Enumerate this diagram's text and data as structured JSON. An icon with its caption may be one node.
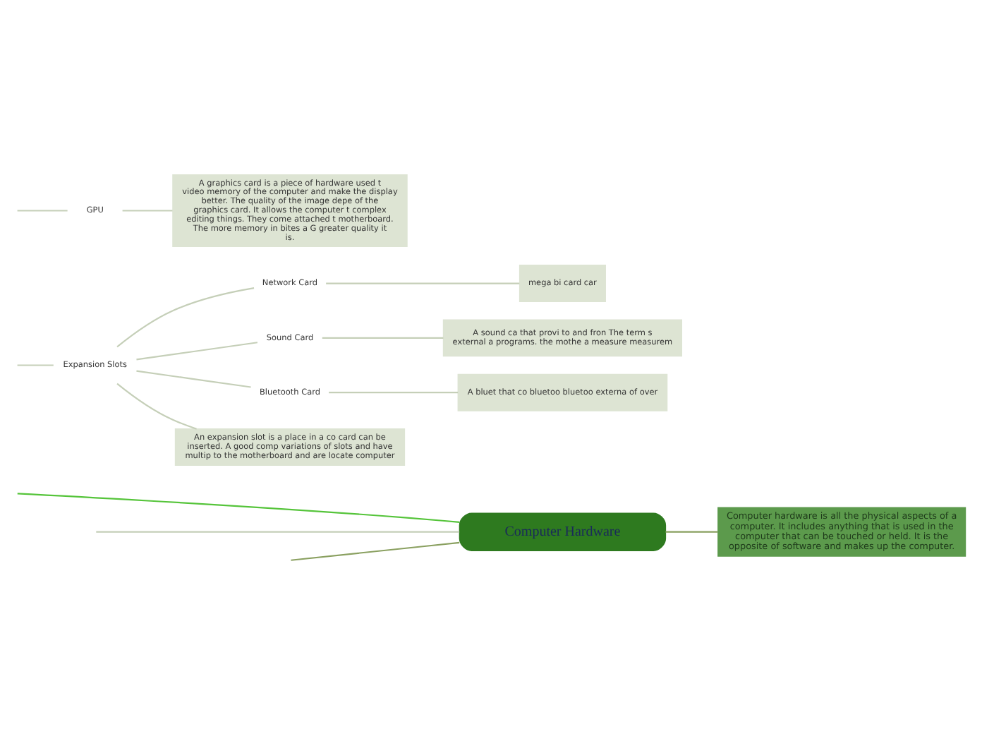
{
  "diagram": {
    "nodes": [
      {
        "text": [
          "Computer Hardware"
        ]
      },
      {
        "text": [
          "Computer hardware is all the physical aspects of a computer. It includes anything that is used in the computer that can be touched or held. It is the opposite of software and makes up the computer."
        ]
      },
      {
        "text": [
          "Expansion Slots"
        ]
      },
      {
        "text": [
          "Network Card"
        ]
      },
      {
        "text": [
          "mega bi card car"
        ]
      },
      {
        "text": [
          "Sound Card"
        ]
      },
      {
        "text": [
          "A sound ca that provi to and fron The term s external a programs. the mothe a measure measurem"
        ]
      },
      {
        "text": [
          "Bluetooth Card"
        ]
      },
      {
        "text": [
          "A bluet that co bluetoo bluetoo externa of over"
        ]
      },
      {
        "text": [
          "An expansion slot is a place in a co card can be inserted. A good comp variations of slots and have multip to the motherboard and are locate computer"
        ]
      },
      {
        "text": [
          "GPU"
        ]
      },
      {
        "text": [
          "A graphics card is a piece of hardware used t video memory of the computer and make the display better. The quality of the image depe of the graphics card. It allows the computer t complex editing things. They come attached t motherboard. The more memory in bites a G greater quality it is."
        ]
      }
    ],
    "edges": [
      {
        "from": 0,
        "to": null,
        "arrow": "none",
        "color": "#55c43a"
      },
      {
        "from": 0,
        "to": null,
        "arrow": "none",
        "color": "#c5cfb8"
      },
      {
        "from": 0,
        "to": null,
        "arrow": "none"
      },
      {
        "from": 0,
        "to": 1,
        "arrow": "none"
      },
      {
        "from": null,
        "to": 2,
        "arrow": "none",
        "color": "#c5cfb8"
      },
      {
        "from": 2,
        "to": 3,
        "arrow": "none",
        "color": "#c5cfb8"
      },
      {
        "from": 3,
        "to": 4,
        "arrow": "none",
        "color": "#c5cfb8"
      },
      {
        "from": 2,
        "to": 5,
        "arrow": "none",
        "color": "#c5cfb8"
      },
      {
        "from": 5,
        "to": 6,
        "arrow": "none",
        "color": "#c5cfb8"
      },
      {
        "from": 2,
        "to": 7,
        "arrow": "none",
        "color": "#c5cfb8"
      },
      {
        "from": 7,
        "to": 8,
        "arrow": "none",
        "color": "#c5cfb8"
      },
      {
        "from": 2,
        "to": 9,
        "arrow": "none",
        "color": "#c5cfb8"
      },
      {
        "from": null,
        "to": 10,
        "arrow": "none",
        "color": "#c5cfb8"
      },
      {
        "from": 10,
        "to": 11,
        "arrow": "none",
        "color": "#c5cfb8"
      }
    ]
  }
}
